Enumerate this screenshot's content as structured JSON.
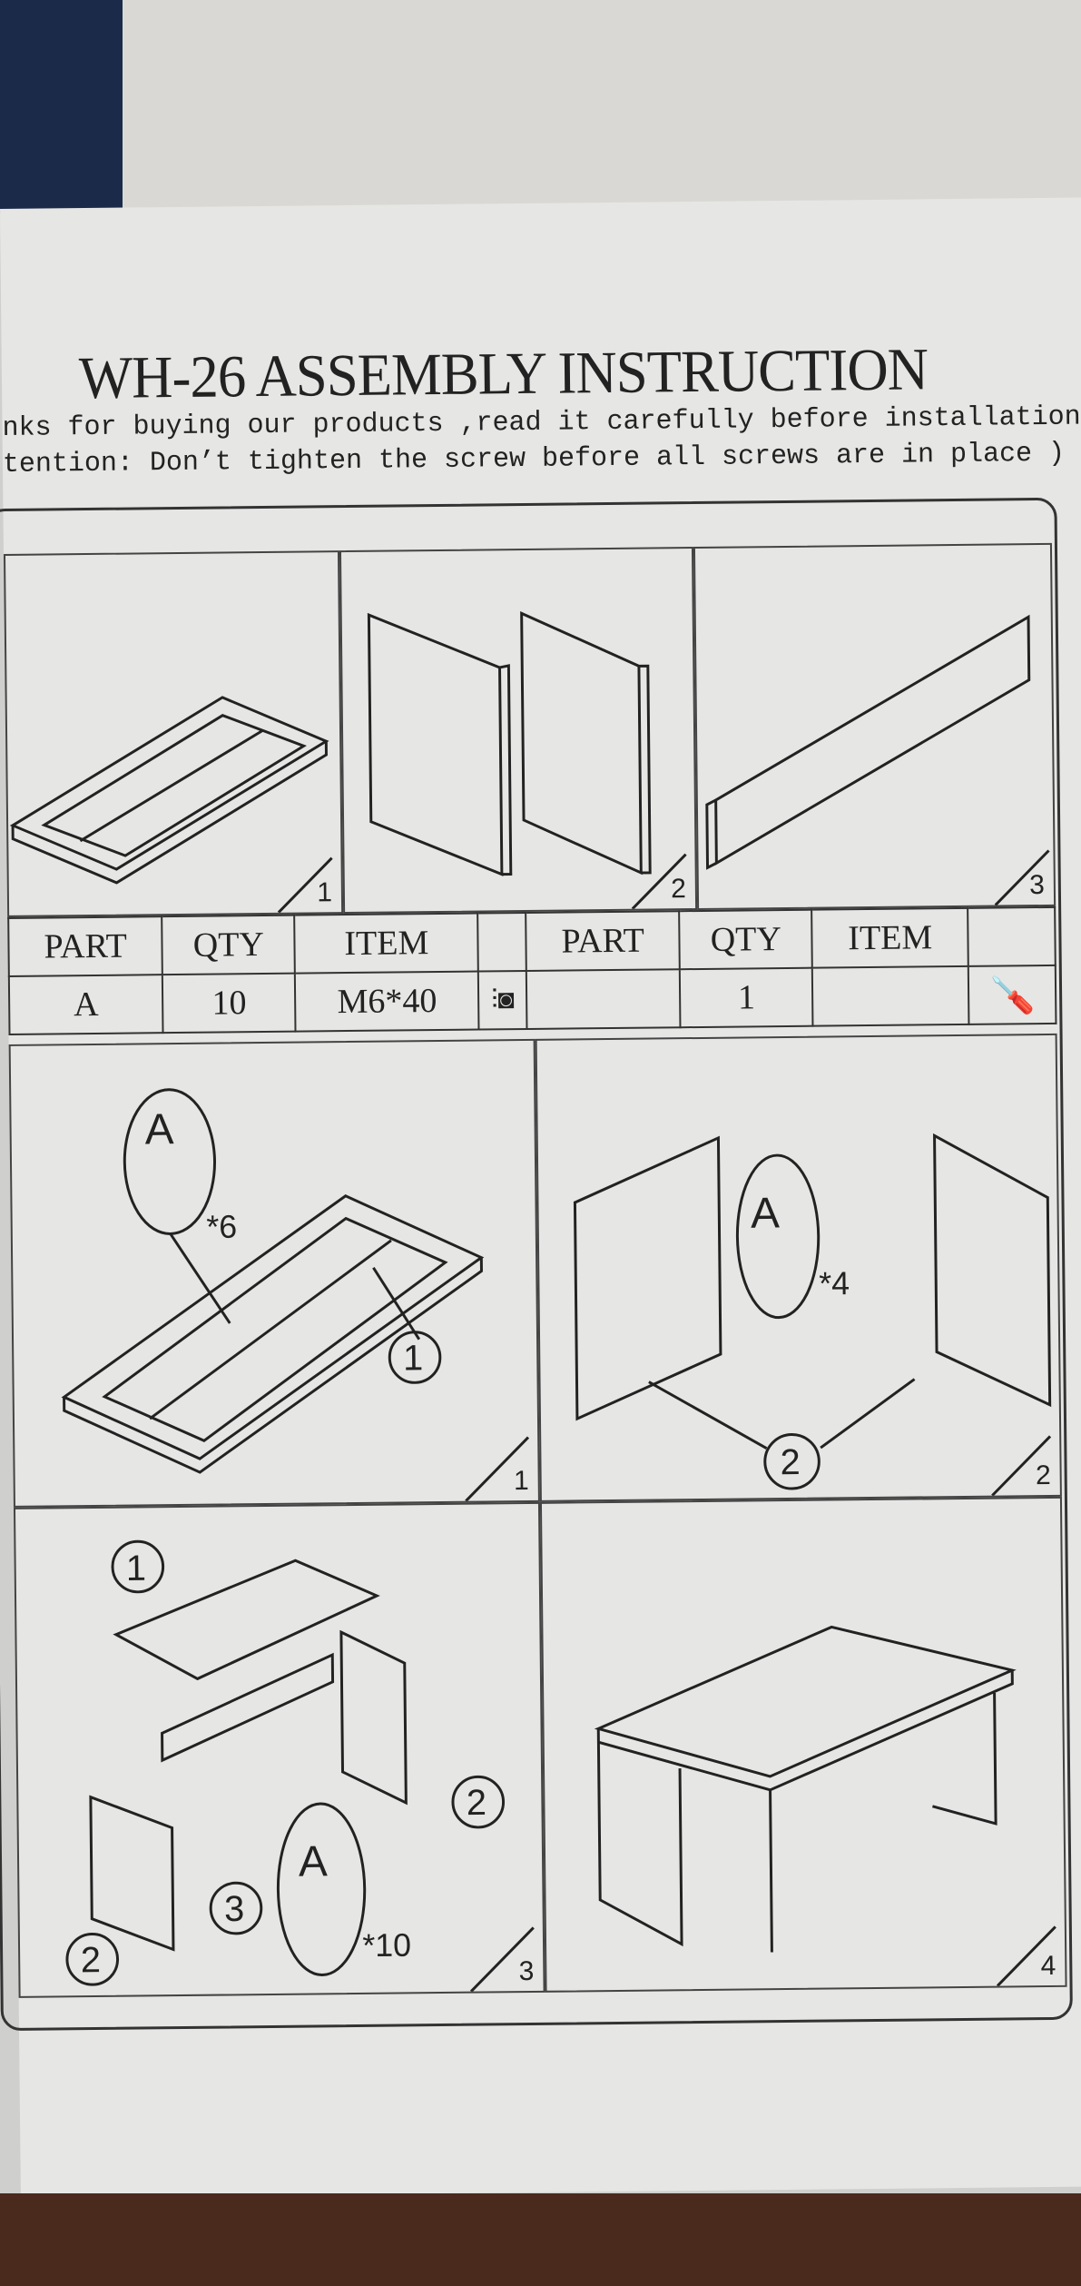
{
  "header": {
    "title": "WH-26  ASSEMBLY INSTRUCTION",
    "line1": "nks for buying our products ,read it carefully before installation",
    "line2": "tention: Don’t tighten the screw before all screws are in place )"
  },
  "parts_table": {
    "headers": [
      "PART",
      "QTY",
      "ITEM",
      "",
      "PART",
      "QTY",
      "ITEM",
      ""
    ],
    "rows": [
      {
        "part": "A",
        "qty": "10",
        "item": "M6*40",
        "icon": "cam-bolt-icon",
        "part2": "",
        "qty2": "1",
        "item2": "",
        "icon2": "screwdriver-icon"
      }
    ]
  },
  "parts_panels": [
    {
      "number": "1"
    },
    {
      "number": "2"
    },
    {
      "number": "3"
    }
  ],
  "steps": [
    {
      "number": "1",
      "part_label": "A",
      "qty_label": "*6",
      "callout": "1"
    },
    {
      "number": "2",
      "part_label": "A",
      "qty_label": "*4",
      "callout": "2"
    },
    {
      "number": "3",
      "part_label": "A",
      "qty_label": "*10",
      "callouts": [
        "1",
        "2",
        "3",
        "2"
      ]
    },
    {
      "number": "4"
    }
  ]
}
